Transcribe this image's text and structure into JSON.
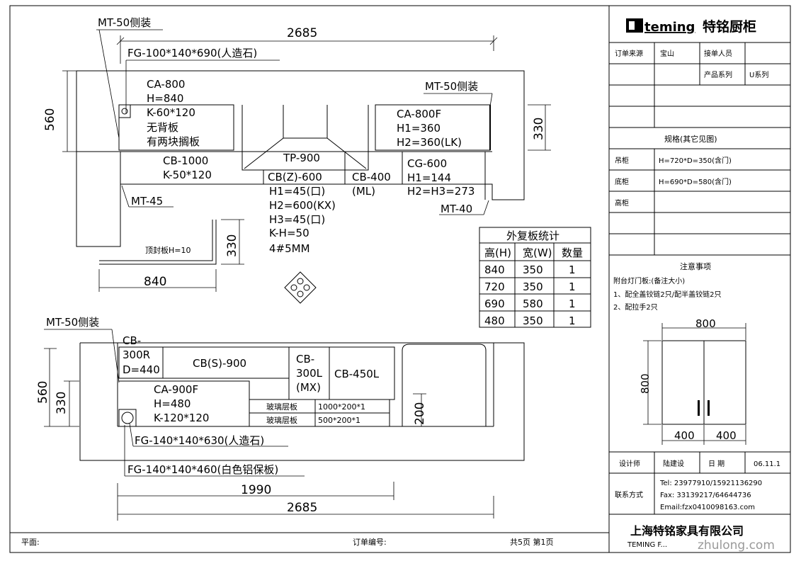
{
  "plan_top": {
    "dim_total": "2685",
    "mt50_top": "MT-50侧装",
    "fg_top": "FG-100*140*690(人造石)",
    "ca800": [
      "CA-800",
      "H=840",
      "K-60*120",
      "无背板",
      "有两块搁板"
    ],
    "mt50_right": "MT-50侧装",
    "ca800f": [
      "CA-800F",
      "H1=360",
      "H2=360(LK)"
    ],
    "dim_560": "560",
    "dim_330_right": "330",
    "cb1000": [
      "CB-1000",
      "K-50*120"
    ],
    "tp900": "TP-900",
    "cbz600": [
      "CB(Z)-600",
      "H1=45(口)",
      "H2=600(KX)",
      "H3=45(口)",
      "K-H=50",
      "4#5MM"
    ],
    "cb400": [
      "CB-400",
      "(ML)"
    ],
    "cg600": [
      "CG-600",
      "H1=144",
      "H2=H3=273"
    ],
    "mt45": "MT-45",
    "mt40": "MT-40",
    "top_panel": "顶封板H=10",
    "dim_330_mid": "330",
    "dim_840": "840"
  },
  "count_table": {
    "title": "外复板统计",
    "headers": [
      "高(H)",
      "宽(W)",
      "数量"
    ],
    "rows": [
      [
        "840",
        "350",
        "1"
      ],
      [
        "720",
        "350",
        "1"
      ],
      [
        "690",
        "580",
        "1"
      ],
      [
        "480",
        "350",
        "1"
      ]
    ]
  },
  "plan_bottom": {
    "mt50": "MT-50侧装",
    "cb300r": [
      "CB-",
      "300R",
      "D=440"
    ],
    "cbs900": "CB(S)-900",
    "cb300l": [
      "CB-",
      "300L",
      "(MX)"
    ],
    "cb450l": "CB-450L",
    "dim_560": "560",
    "dim_330": "330",
    "ca900f": [
      "CA-900F",
      "H=480",
      "K-120*120"
    ],
    "glass1": "玻璃层板",
    "glass1_size": "1000*200*1",
    "glass2": "玻璃层板",
    "glass2_size": "500*200*1",
    "dim_200": "200",
    "fg1": "FG-140*140*630(人造石)",
    "fg2": "FG-140*140*460(白色铝保板)",
    "dim_1990": "1990",
    "dim_2685": "2685"
  },
  "footer": {
    "plan": "平面:",
    "order_no": "订单编号:",
    "pages": "共5页  第1页"
  },
  "title_block": {
    "brand_latin": "teming",
    "brand_cn": "特铭厨柜",
    "order_source_label": "订单来源",
    "order_source_value": "宝山",
    "receiver_label": "接单人员",
    "series_label": "产品系列",
    "series_value": "U系列",
    "spec_title": "规格(其它见图)",
    "spec_rows": [
      {
        "label": "吊柜",
        "value": "H=720*D=350(含门)"
      },
      {
        "label": "底柜",
        "value": "H=690*D=580(含门)"
      },
      {
        "label": "高柜",
        "value": ""
      }
    ],
    "notes_title": "注意事项",
    "notes": [
      "附台灯门板:(备注大小)",
      "1、配全盖铰链2只/配半盖铰链2只",
      "2、配拉手2只"
    ],
    "door_width": "800",
    "door_height": "800",
    "door_half_left": "400",
    "door_half_right": "400",
    "designer_label": "设计师",
    "designer_name": "陆建设",
    "date_label": "日 期",
    "date_value": "06.11.1",
    "contact_label": "联系方式",
    "tel": "Tel: 23977910/15921136290",
    "fax": "Fax: 33139217/64644736",
    "email": "Email:fzx0410098163.com",
    "company": "上海特铭家具有限公司",
    "company_en": "TEMING F...",
    "watermark": "zhulong.com"
  }
}
